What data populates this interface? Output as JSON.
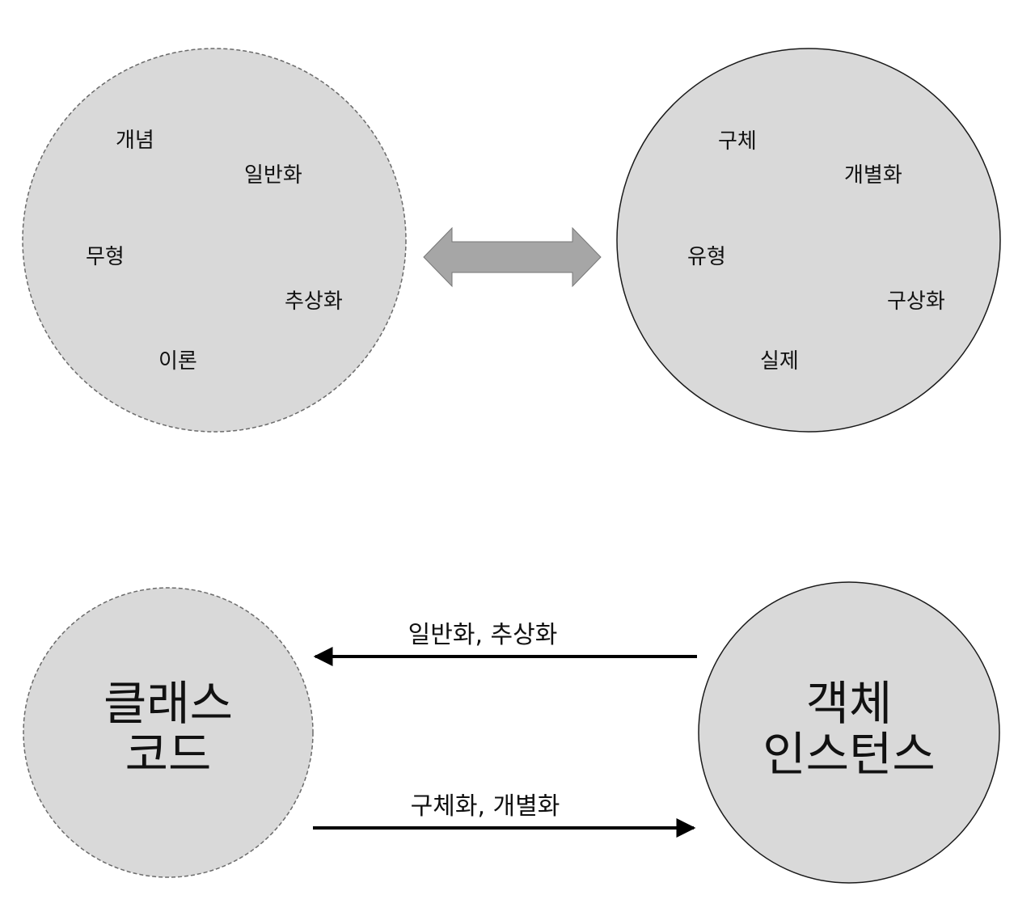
{
  "top": {
    "abstract_circle": {
      "fill": "#d9d9d9",
      "border": "dashed",
      "words": [
        "개념",
        "일반화",
        "무형",
        "추상화",
        "이론"
      ]
    },
    "concrete_circle": {
      "fill": "#d9d9d9",
      "border": "solid",
      "words": [
        "구체",
        "개별화",
        "유형",
        "구상화",
        "실제"
      ]
    },
    "link": {
      "type": "double-arrow",
      "color": "#a6a6a6"
    }
  },
  "bottom": {
    "class_circle": {
      "line1": "클래스",
      "line2": "코드",
      "border": "dashed"
    },
    "object_circle": {
      "line1": "객체",
      "line2": "인스턴스",
      "border": "solid"
    },
    "arrow_to_class": {
      "label": "일반화, 추상화"
    },
    "arrow_to_object": {
      "label": "구체화, 개별화"
    }
  }
}
